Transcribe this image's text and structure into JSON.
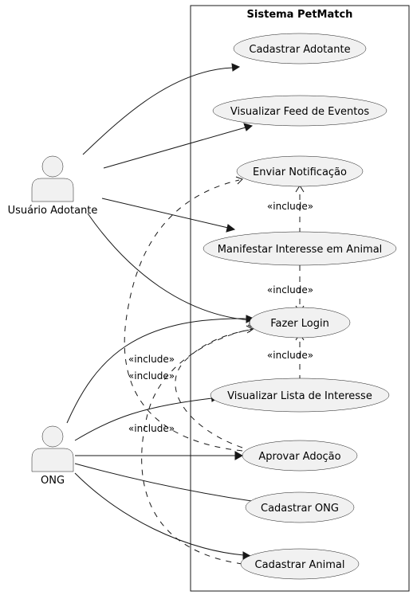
{
  "system": {
    "title": "Sistema PetMatch"
  },
  "actors": {
    "adotante": {
      "label": "Usuário Adotante"
    },
    "ong": {
      "label": "ONG"
    }
  },
  "use_cases": {
    "cadastrar_adotante": "Cadastrar Adotante",
    "visualizar_feed": "Visualizar Feed de Eventos",
    "enviar_notificacao": "Enviar Notificação",
    "manifestar_interesse": "Manifestar Interesse em Animal",
    "fazer_login": "Fazer Login",
    "visualizar_lista": "Visualizar Lista de Interesse",
    "aprovar_adocao": "Aprovar Adoção",
    "cadastrar_ong": "Cadastrar ONG",
    "cadastrar_animal": "Cadastrar Animal"
  },
  "include_label": "«include»",
  "colors": {
    "shape_fill": "#f1f1f1",
    "stroke": "#181818"
  }
}
